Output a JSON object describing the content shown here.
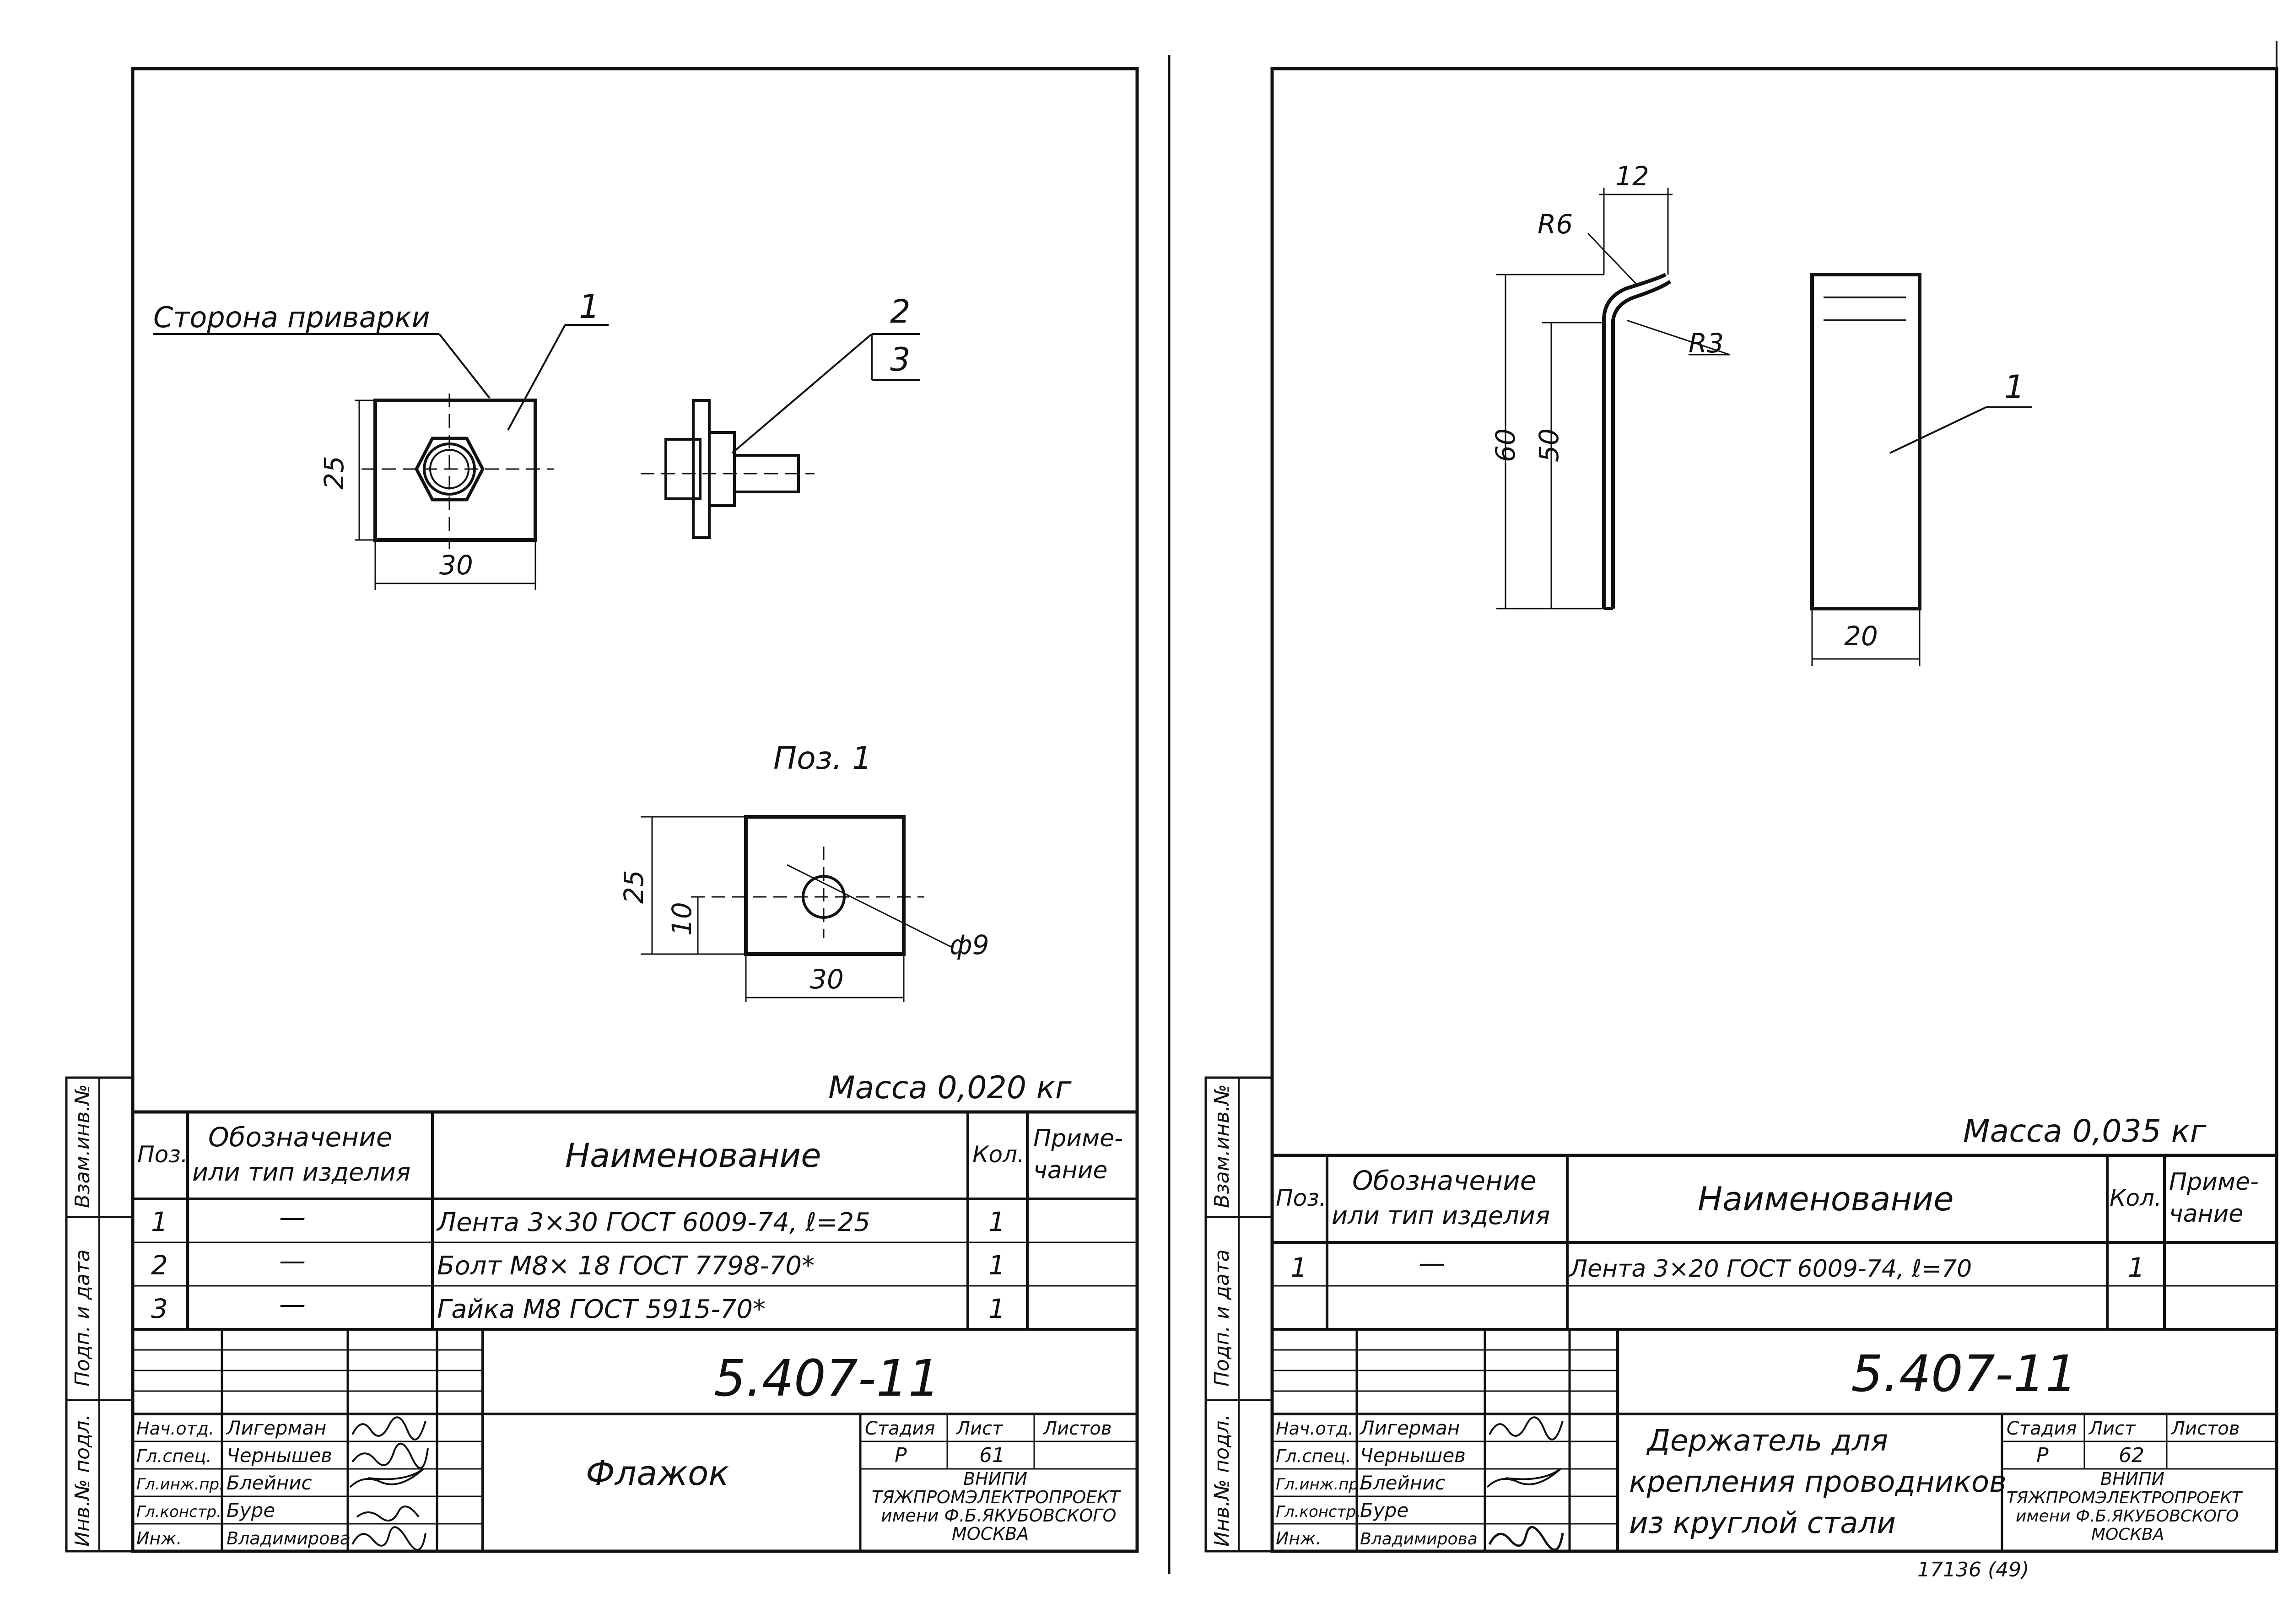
{
  "left": {
    "view_label": "Сторона приварки",
    "leader_1": "1",
    "leader_2": "2",
    "leader_3": "3",
    "dim_25": "25",
    "dim_30": "30",
    "pos_title": "Поз. 1",
    "pos_dim_25": "25",
    "pos_dim_10": "10",
    "pos_dim_30": "30",
    "pos_dim_phi": "ф9",
    "mass": "Масса 0,020 кг",
    "table": {
      "h_pos": "Поз.",
      "h_des_1": "Обозначение",
      "h_des_2": "или тип изделия",
      "h_name": "Наименование",
      "h_qty": "Кол.",
      "h_note_1": "Приме-",
      "h_note_2": "чание",
      "rows": [
        {
          "pos": "1",
          "des": "—",
          "name": "Лента 3×30  ГОСТ 6009-74, ℓ=25",
          "qty": "1"
        },
        {
          "pos": "2",
          "des": "—",
          "name": "Болт  М8× 18  ГОСТ 7798-70*",
          "qty": "1"
        },
        {
          "pos": "3",
          "des": "—",
          "name": "Гайка  М8  ГОСТ 5915-70*",
          "qty": "1"
        }
      ]
    },
    "side_labels": [
      "Взам.инв.№",
      "Подп. и дата",
      "Инв.№ подл."
    ],
    "stamp": {
      "code": "5.407-11",
      "title": "Флажок",
      "roles": [
        "Нач.отд.",
        "Гл.спец.",
        "Гл.инж.пр.",
        "Гл.констр.",
        "Инж."
      ],
      "names": [
        "Лигерман",
        "Чернышев",
        "Блейнис",
        "Буре",
        "Владимирова"
      ],
      "stage_h": "Стадия",
      "sheet_h": "Лист",
      "sheets_h": "Листов",
      "stage": "Р",
      "sheet": "61",
      "org_1": "ВНИПИ",
      "org_2": "ТЯЖПРОМЭЛЕКТРОПРОЕКТ",
      "org_3": "имени Ф.Б.ЯКУБОВСКОГО",
      "org_4": "МОСКВА"
    }
  },
  "right": {
    "dim_12": "12",
    "dim_r6": "R6",
    "dim_r3": "R3",
    "dim_60": "60",
    "dim_50": "50",
    "dim_20": "20",
    "leader_1": "1",
    "mass": "Масса 0,035 кг",
    "table": {
      "h_pos": "Поз.",
      "h_des_1": "Обозначение",
      "h_des_2": "или тип изделия",
      "h_name": "Наименование",
      "h_qty": "Кол.",
      "h_note_1": "Приме-",
      "h_note_2": "чание",
      "rows": [
        {
          "pos": "1",
          "des": "—",
          "name": "Лента 3×20  ГОСТ 6009-74, ℓ=70",
          "qty": "1"
        }
      ]
    },
    "side_labels": [
      "Взам.инв.№",
      "Подп. и дата",
      "Инв.№ подл."
    ],
    "stamp": {
      "code": "5.407-11",
      "title_1": "Держатель для",
      "title_2": "крепления проводников",
      "title_3": "из круглой стали",
      "roles": [
        "Нач.отд.",
        "Гл.спец.",
        "Гл.инж.пр.",
        "Гл.констр.",
        "Инж."
      ],
      "names": [
        "Лигерман",
        "Чернышев",
        "Блейнис",
        "Буре",
        "Владимирова"
      ],
      "stage_h": "Стадия",
      "sheet_h": "Лист",
      "sheets_h": "Листов",
      "stage": "Р",
      "sheet": "62",
      "org_1": "ВНИПИ",
      "org_2": "ТЯЖПРОМЭЛЕКТРОПРОЕКТ",
      "org_3": "имени Ф.Б.ЯКУБОВСКОГО",
      "org_4": "МОСКВА"
    },
    "footer_note": "17136 (49)"
  }
}
